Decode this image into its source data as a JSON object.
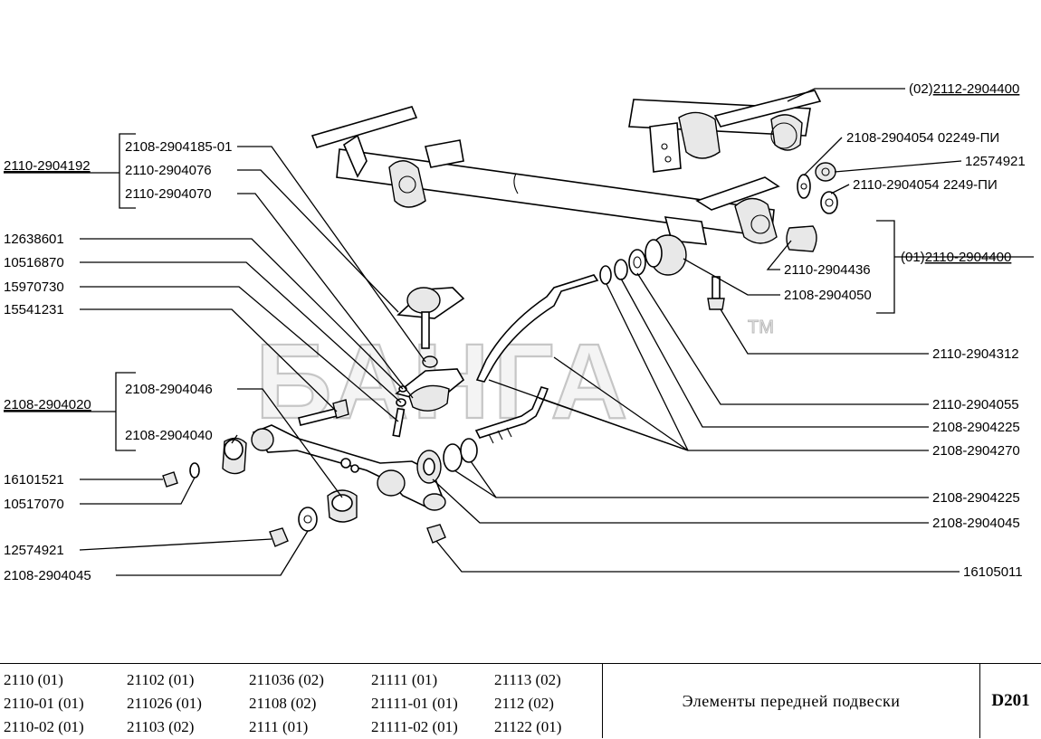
{
  "watermark": {
    "text": "БАНГА",
    "trademark": "TM"
  },
  "labels": {
    "group_2110_2904192": "2110-2904192",
    "g1_a": "2108-2904185-01",
    "g1_b": "2110-2904076",
    "g1_c": "2110-2904070",
    "p_12638601": "12638601",
    "p_10516870": "10516870",
    "p_15970730": "15970730",
    "p_15541231": "15541231",
    "group_2108_2904020": "2108-2904020",
    "g2_a": "2108-2904046",
    "g2_b": "2108-2904040",
    "p_16101521": "16101521",
    "p_10517070": "10517070",
    "p_12574921_left": "12574921",
    "p_2108_2904045_left": "2108-2904045",
    "r_beam_02_prefix": "(02)",
    "r_beam_02_code": "2112-2904400",
    "r_2108_2904054_a": "2108-2904054  02249-ПИ",
    "r_12574921": "12574921",
    "r_2110_2904054": "2110-2904054  2249-ПИ",
    "r_beam_01_prefix": "(01)",
    "r_beam_01_code": "2110-2904400",
    "r_2110_2904436": "2110-2904436",
    "r_2108_2904050": "2108-2904050",
    "r_2110_2904312": "2110-2904312",
    "r_2110_2904055": "2110-2904055",
    "r_2108_2904225_a": "2108-2904225",
    "r_2108_2904270": "2108-2904270",
    "r_2108_2904225_b": "2108-2904225",
    "r_2108_2904045": "2108-2904045",
    "r_16105011": "16105011"
  },
  "footer": {
    "models": [
      [
        "2110 (01)",
        "2110-01 (01)",
        "2110-02 (01)"
      ],
      [
        "21102 (01)",
        "211026 (01)",
        "21103 (02)"
      ],
      [
        "211036 (02)",
        "21108 (02)",
        "2111 (01)"
      ],
      [
        "21111 (01)",
        "21111-01 (01)",
        "21111-02 (01)"
      ],
      [
        "21113 (02)",
        "2112 (02)",
        "21122 (01)"
      ]
    ],
    "title": "Элементы передней подвески",
    "code": "D201"
  }
}
